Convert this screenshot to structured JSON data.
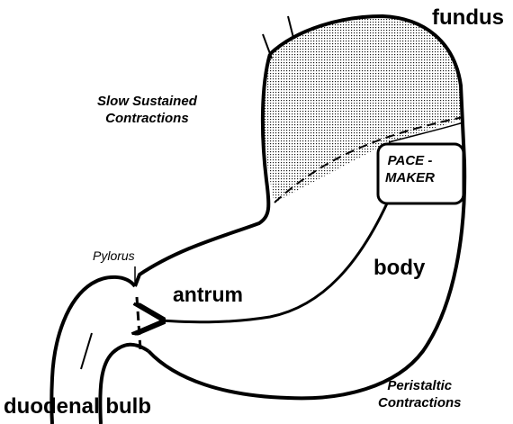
{
  "labels": {
    "fundus": "fundus",
    "slow_line1": "Slow Sustained",
    "slow_line2": "Contractions",
    "pace_line1": "PACE -",
    "pace_line2": "MAKER",
    "body": "body",
    "pylorus": "Pylorus",
    "antrum": "antrum",
    "duodenal_bulb": "duodenal bulb",
    "peristaltic_line1": "Peristaltic",
    "peristaltic_line2": "Contractions"
  },
  "colors": {
    "ink": "#000000",
    "paper": "#ffffff",
    "stipple": "#000000"
  }
}
